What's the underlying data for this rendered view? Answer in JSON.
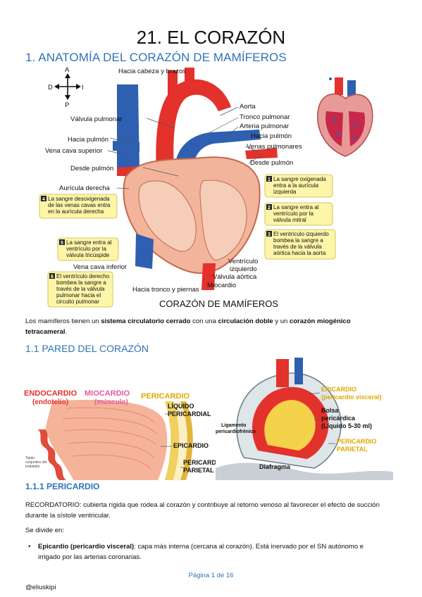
{
  "title": "21. EL CORAZÓN",
  "section1": {
    "heading": "1. ANATOMÍA DEL CORAZÓN DE MAMÍFEROS"
  },
  "diagram": {
    "compass": {
      "a": "A",
      "d": "D",
      "i": "I",
      "p": "P"
    },
    "labels": {
      "hacia_cabeza": "Hacia cabeza y brazos",
      "aorta": "Aorta",
      "valvula_pulmonar": "Válvula pulmonar",
      "tronco_pulmonar": "Tronco pulmonar",
      "arteria_pulmonar": "Arteria pulmonar",
      "hacia_pulmon_izq": "Hacia pulmón",
      "hacia_pulmon_der": "Hacia pulmón",
      "vena_cava_superior": "Vena cava superior",
      "venas_pulmonares": "Venas pulmonares",
      "desde_pulmon_izq": "Desde pulmón",
      "desde_pulmon_der": "Desde pulmón",
      "auricula_derecha": "Aurícula derecha",
      "vena_cava_inferior": "Vena cava inferior",
      "ventriculo_izquierdo_1": "Ventrículo",
      "ventriculo_izquierdo_2": "izquierdo",
      "valvula_aortica": "Válvula aórtica",
      "miocardio": "Miocardio",
      "hacia_tronco": "Hacia tronco y piernas",
      "caption": "CORAZÓN DE MAMÍFEROS"
    },
    "callouts": [
      {
        "num": "1",
        "lines": [
          "La sangre oxigenada",
          "entra a la aurícula",
          "izquierda"
        ]
      },
      {
        "num": "2",
        "lines": [
          "La sangre entra al",
          "ventrículo por la",
          "válvula mitral"
        ]
      },
      {
        "num": "3",
        "lines": [
          "El ventrículo izquierdo",
          "bombea la sangre a",
          "través de la válvula",
          "aórtica hacia la aorta"
        ]
      },
      {
        "num": "4",
        "lines": [
          "La sangre desoxigenada",
          "de las venas cavas entra",
          "en la aurícula derecha"
        ]
      },
      {
        "num": "5",
        "lines": [
          "La sangre entra al",
          "ventrículo por la",
          "válvula tricúspide"
        ]
      },
      {
        "num": "6",
        "lines": [
          "El ventrículo derecho",
          "bombea la sangre a",
          "través de la válvula",
          "pulmonar hacia el",
          "circuito pulmonar"
        ]
      }
    ]
  },
  "para1": {
    "t1": "Los mamíferos tienen un ",
    "b1": "sistema circulatorio cerrado",
    "t2": " con una ",
    "b2": "circulación doble",
    "t3": " y un ",
    "b3": "corazón miogénico",
    "b4": "tetracameral",
    "t4": "."
  },
  "section11": {
    "heading": "1.1 PARED DEL CORAZÓN"
  },
  "wall": {
    "endocardio": "ENDOCARDIO",
    "endotelio": "(endotelio)",
    "miocardio": "MIOCARDIO",
    "musculo": "(músculo)",
    "pericardio": "PERICARDIO",
    "liquido_1": "LÍQUIDO",
    "liquido_2": "PERICARDIAL",
    "epicardio": "EPICARDIO",
    "parietal_1": "PERICARDIO",
    "parietal_2": "PARIETAL",
    "tejido_1": "Tejido",
    "tejido_2": "conjuntivo del",
    "tejido_3": "endotelio"
  },
  "peri": {
    "epicardio": "EPICARDIO",
    "visceral": "(pericardio visceral)",
    "bolsa_1": "Bolsa",
    "bolsa_2": "pericárdica",
    "bolsa_3": "(Líquido 5-30 ml)",
    "ligamento_1": "Ligamento",
    "ligamento_2": "pericardiofrénico",
    "parietal_1": "PERICARDIO",
    "parietal_2": "PARIETAL",
    "diafragma": "Diafragma"
  },
  "section111": {
    "heading": "1.1.1 PERICARDIO"
  },
  "para2": {
    "line1": "RECORDATORIO: cubierta rígida que rodea al corazón y contribuye al retorno venoso al favorecer el efecto de succión",
    "line2": "durante la sístole ventricular."
  },
  "para3": "Se divide en:",
  "bullet1": {
    "bold": "Epicardio (pericardio visceral)",
    "text1": ": capa más interna (cercana al corazón). Está inervado por el SN autónomo e",
    "text2": "irrigado por las arterias coronarias."
  },
  "footer": {
    "page": "Página 1 de 16",
    "user": "@eliuskipi"
  },
  "colors": {
    "heading": "#2e74b5",
    "artery": "#e3322c",
    "vein": "#2f5fb0",
    "muscle": "#f2b49a",
    "callout": "#fdf5a8",
    "endocardio_label": "#e3322c",
    "miocardio_label": "#e85a9a",
    "pericardio_label": "#e0a800"
  }
}
